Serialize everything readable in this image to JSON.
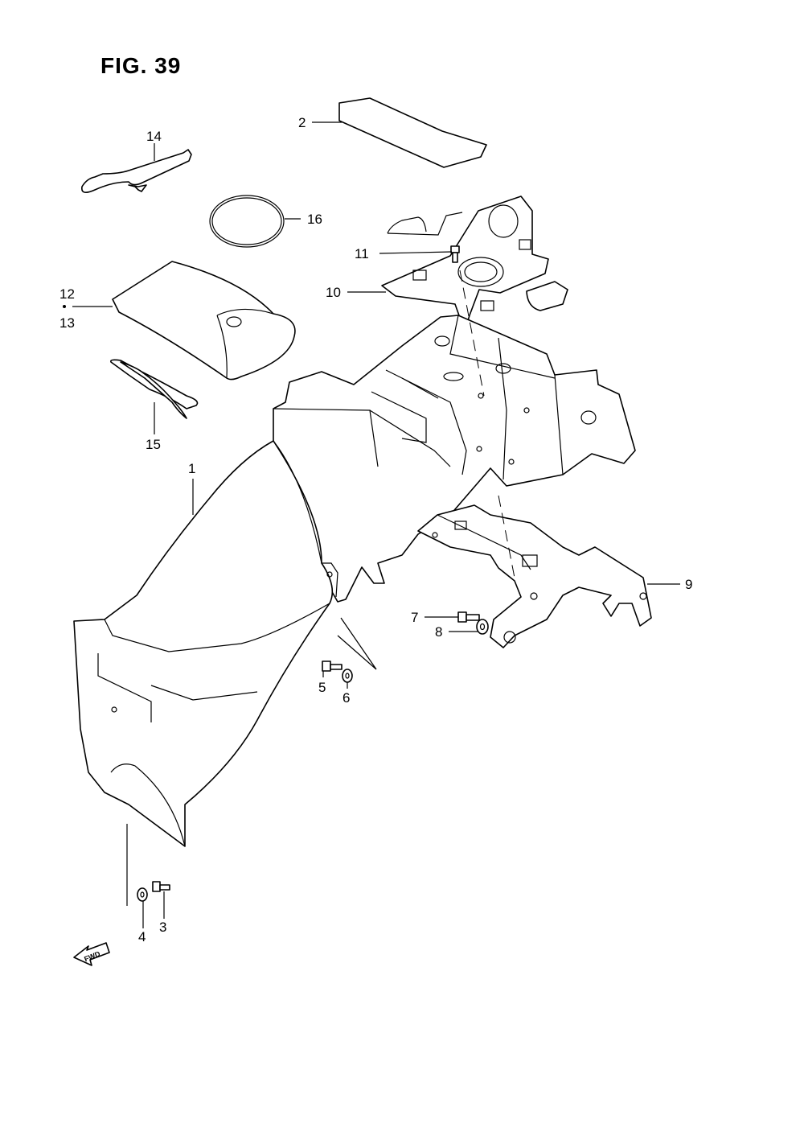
{
  "figure": {
    "title": "FIG. 39"
  },
  "callouts": [
    {
      "id": "c1",
      "label": "1"
    },
    {
      "id": "c2",
      "label": "2"
    },
    {
      "id": "c3",
      "label": "3"
    },
    {
      "id": "c4",
      "label": "4"
    },
    {
      "id": "c5",
      "label": "5"
    },
    {
      "id": "c6",
      "label": "6"
    },
    {
      "id": "c7",
      "label": "7"
    },
    {
      "id": "c8",
      "label": "8"
    },
    {
      "id": "c9",
      "label": "9"
    },
    {
      "id": "c10",
      "label": "10"
    },
    {
      "id": "c11",
      "label": "11"
    },
    {
      "id": "c12",
      "label": "12"
    },
    {
      "id": "c13",
      "label": "13"
    },
    {
      "id": "c14",
      "label": "14"
    },
    {
      "id": "c15",
      "label": "15"
    },
    {
      "id": "c16",
      "label": "16"
    }
  ],
  "fwd_marker": {
    "label": "FWD"
  }
}
